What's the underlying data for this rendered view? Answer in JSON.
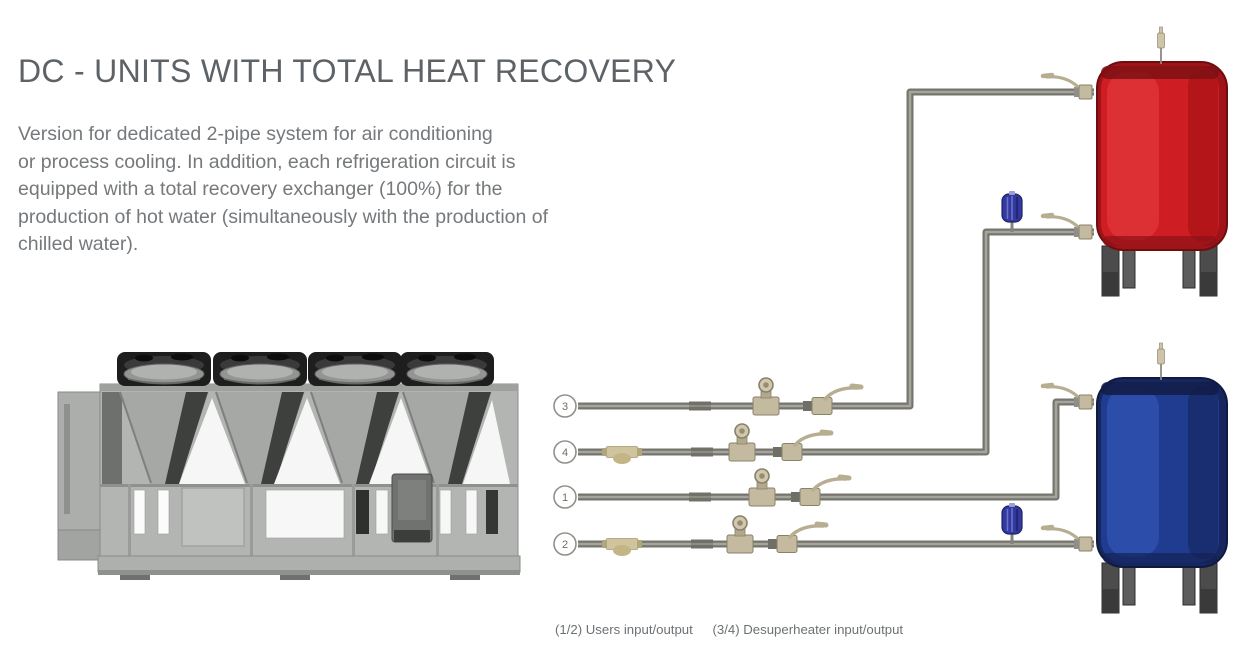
{
  "page": {
    "title": "DC - UNITS WITH TOTAL HEAT RECOVERY",
    "intro_lines": [
      "Version for dedicated 2-pipe system for air conditioning",
      "or process cooling. In addition, each refrigeration circuit is",
      "equipped with a total recovery exchanger (100%) for the",
      "production of hot water (simultaneously with the production of",
      "chilled water)."
    ],
    "footnote": {
      "users": "(1/2) Users input/output",
      "desuperheater": "(3/4) Desuperheater input/output"
    }
  },
  "diagram": {
    "pipe_labels": [
      "3",
      "4",
      "1",
      "2"
    ],
    "colors": {
      "hot_tank_red": "#ce1e24",
      "cold_tank_blue": "#203c90",
      "pipe_gray": "#75756e",
      "brass_fitting": "#c3ba9f",
      "expansion_vessel_blue": "#3239a0"
    },
    "icons": [
      "pipe-number-badge",
      "gauge-valve-icon",
      "lever-valve-icon",
      "check-valve-icon",
      "coupling-icon",
      "expansion-vessel-icon",
      "vent-valve-icon",
      "inlet-valve-icon"
    ]
  }
}
